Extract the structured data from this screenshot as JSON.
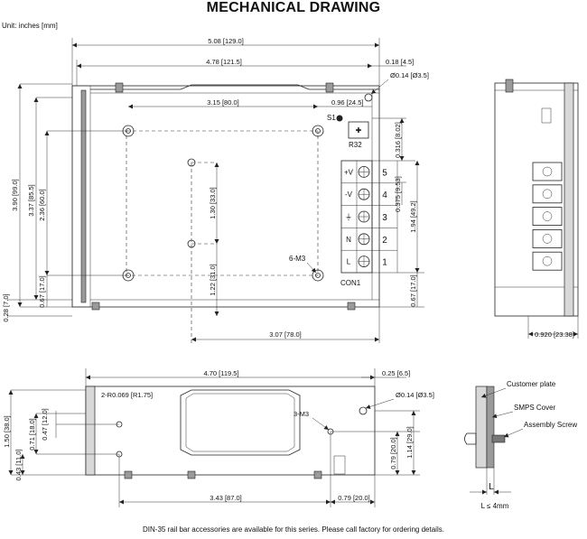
{
  "title": "MECHANICAL DRAWING",
  "unit_note": "Unit: inches [mm]",
  "footer_note": "DIN-35 rail bar accessories are available for this series. Please call factory for ordering details.",
  "top_view": {
    "dims": {
      "overall_width": "5.08 [129.0]",
      "inner_width": "4.78 [121.5]",
      "right_offset": "0.18 [4.5]",
      "hole_dia": "Ø0.14 [Ø3.5]",
      "hole_spacing_x": "3.15 [80.0]",
      "hole_right": "0.96 [24.5]",
      "overall_height": "3.90 [99.0]",
      "h_337": "3.37 [85.5]",
      "h_236": "2.36 [60.0]",
      "h_067_left": "0.67 [17.0]",
      "h_028": "0.28 [7.0]",
      "h_130": "1.30 [33.0]",
      "h_122": "1.22 [31.0]",
      "bottom_width": "3.07 [78.0]",
      "h_0316": "0.316 [8.02]",
      "h_0375": "0.375 [9.53]",
      "h_194": "1.94 [49.2]",
      "h_067_right": "0.67 [17.0]"
    },
    "labels": {
      "s1": "S1",
      "r32": "R32",
      "screw_callout": "6-M3",
      "connector": "CON1"
    },
    "terminals": [
      {
        "label": "+V",
        "num": "5"
      },
      {
        "label": "-V",
        "num": "4"
      },
      {
        "label": "⏚",
        "num": "3"
      },
      {
        "label": "N",
        "num": "2"
      },
      {
        "label": "L",
        "num": "1"
      }
    ]
  },
  "side_view": {
    "dims": {
      "depth": "0.920 [23.38]"
    }
  },
  "front_view": {
    "dims": {
      "width": "4.70 [119.5]",
      "right_offset": "0.25 [6.5]",
      "radius": "2-R0.069 [R1.75]",
      "hole_dia": "Ø0.14 [Ø3.5]",
      "screw_callout": "3-M3",
      "h_150": "1.50 [38.0]",
      "h_071": "0.71 [18.0]",
      "h_047": "0.47 [12.0]",
      "h_043": "0.43 [11.0]",
      "h_079": "0.79 [20.0]",
      "h_114": "1.14 [29.0]",
      "bottom_343": "3.43 [87.0]",
      "bottom_079": "0.79 [20.0]"
    }
  },
  "detail": {
    "customer_plate": "Customer plate",
    "smps_cover": "SMPS Cover",
    "assembly_screw": "Assembly Screw",
    "l_label": "L",
    "l_limit": "L ≤ 4mm"
  }
}
